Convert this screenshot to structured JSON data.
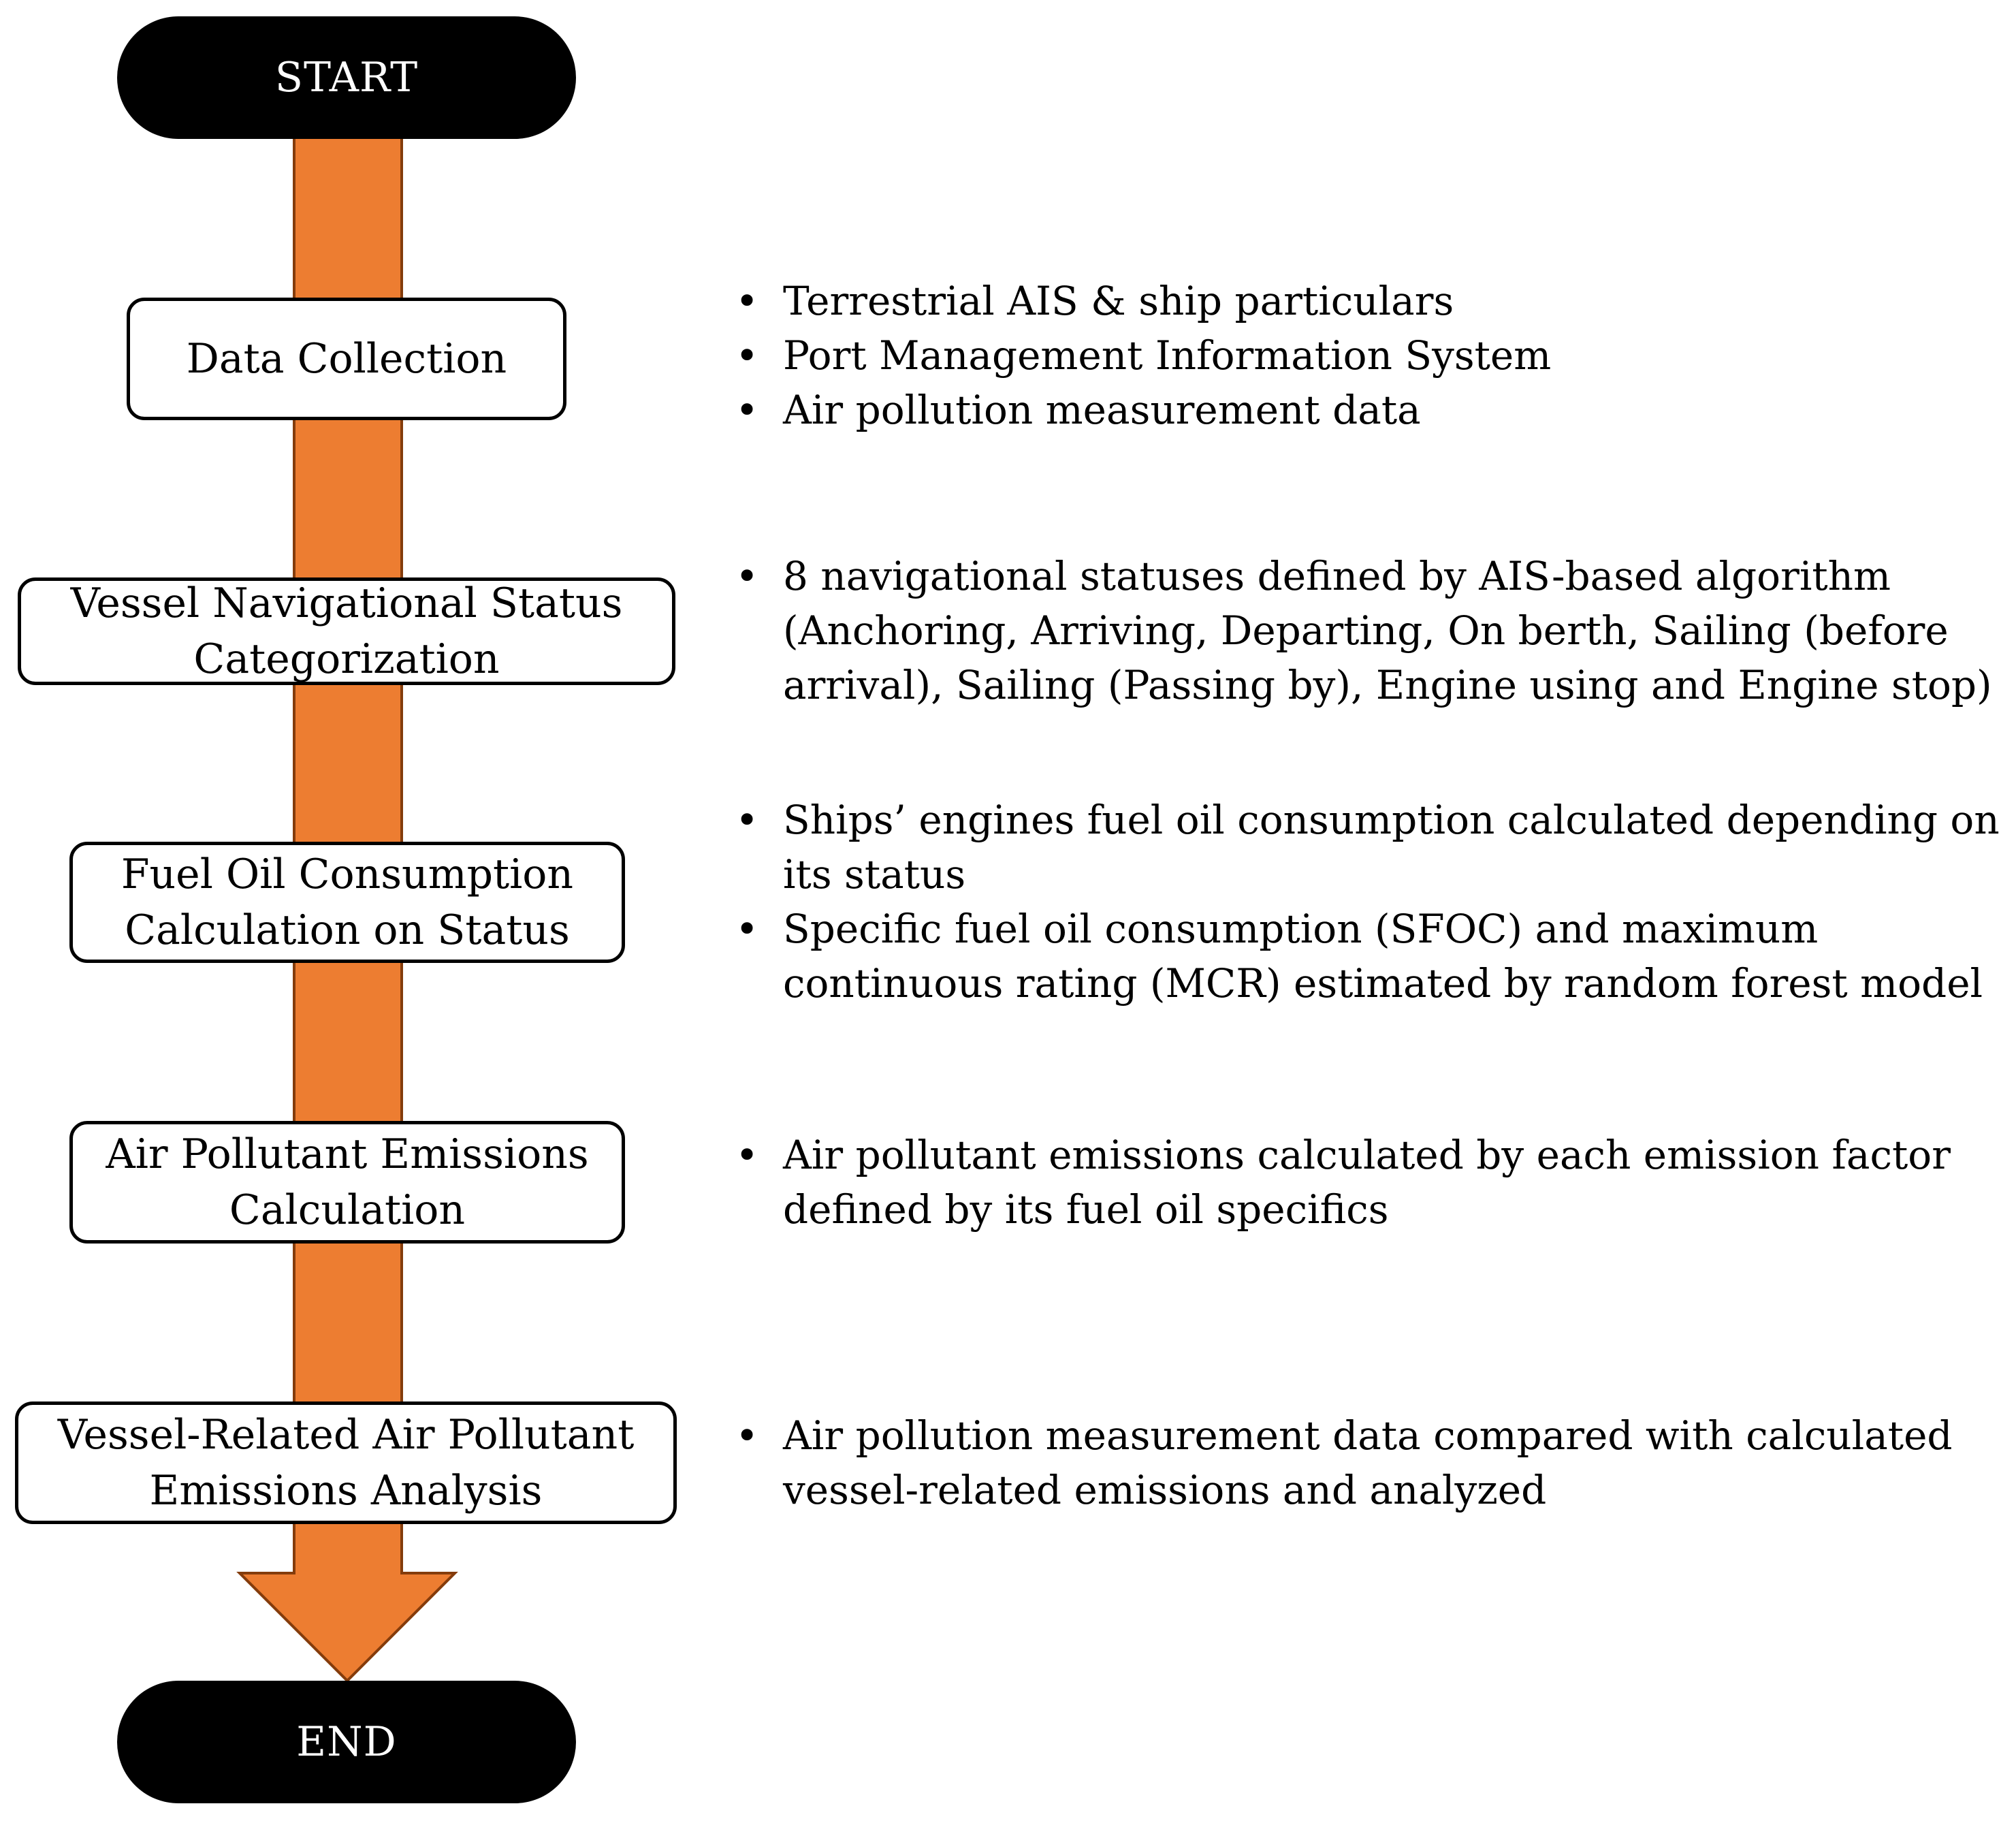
{
  "diagram": {
    "start_label": "START",
    "end_label": "END",
    "arrow_color": "#ED7D31",
    "arrow_outline_color": "#843C0C",
    "terminal_color": "#000000",
    "bullet_symbol": "•",
    "steps": [
      {
        "title_lines": [
          "Data Collection"
        ],
        "bullets": [
          {
            "lines": [
              "Terrestrial AIS & ship particulars"
            ]
          },
          {
            "lines": [
              "Port Management Information System"
            ]
          },
          {
            "lines": [
              "Air pollution measurement data"
            ]
          }
        ]
      },
      {
        "title_lines": [
          "Vessel Navigational Status",
          "Categorization"
        ],
        "bullets": [
          {
            "lines": [
              "8 navigational statuses defined by AIS-based algorithm",
              "(Anchoring, Arriving, Departing, On berth, Sailing (before",
              "arrival), Sailing (Passing by), Engine using and Engine stop)"
            ]
          }
        ]
      },
      {
        "title_lines": [
          "Fuel Oil Consumption",
          "Calculation on Status"
        ],
        "bullets": [
          {
            "lines": [
              "Ships’ engines fuel oil consumption calculated depending on",
              "its status"
            ]
          },
          {
            "lines": [
              "Specific fuel oil consumption (SFOC) and maximum",
              "continuous rating (MCR) estimated by random forest model"
            ]
          }
        ]
      },
      {
        "title_lines": [
          "Air Pollutant Emissions",
          "Calculation"
        ],
        "bullets": [
          {
            "lines": [
              "Air pollutant emissions calculated by each emission factor",
              "defined by its fuel oil specifics"
            ]
          }
        ]
      },
      {
        "title_lines": [
          "Vessel-Related Air Pollutant",
          "Emissions Analysis"
        ],
        "bullets": [
          {
            "lines": [
              "Air pollution measurement data compared with calculated",
              "vessel-related emissions and analyzed"
            ]
          }
        ]
      }
    ]
  }
}
